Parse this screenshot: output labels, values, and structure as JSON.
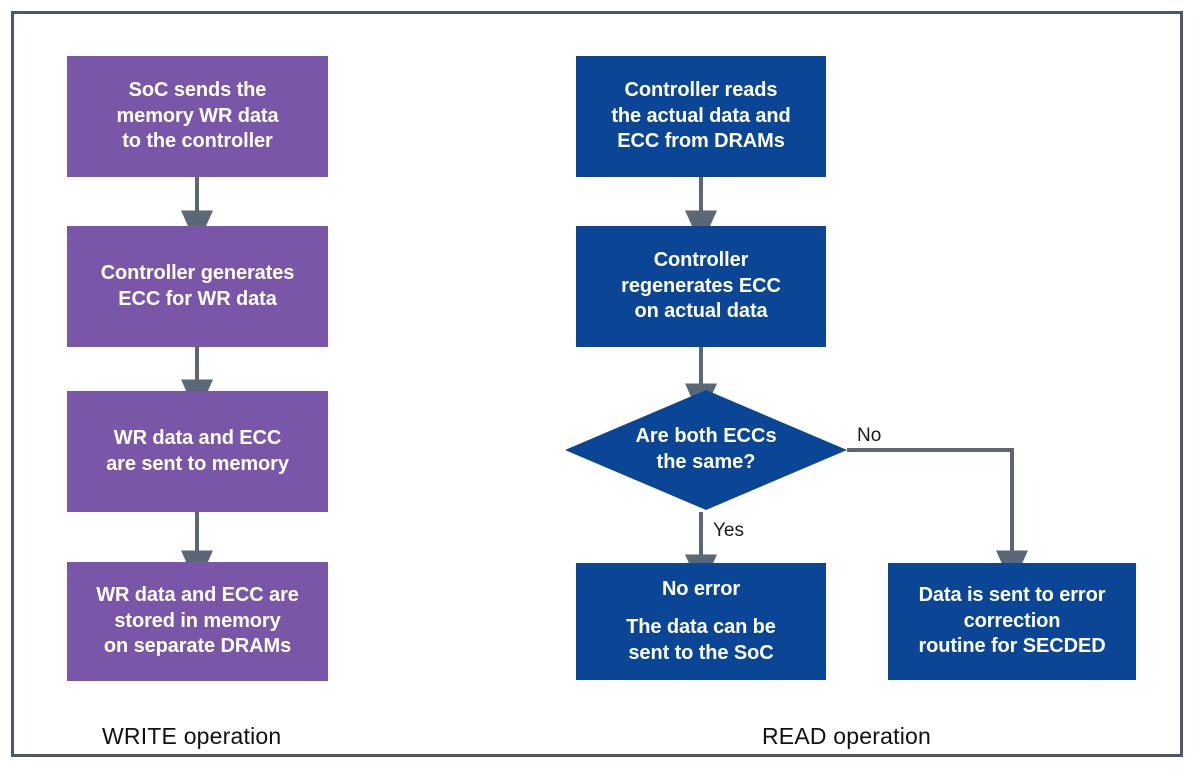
{
  "diagram": {
    "title_write": "WRITE operation",
    "title_read": "READ operation",
    "colors": {
      "write_node": "#7a56a8",
      "read_node": "#0b4596",
      "arrow": "#5a6775",
      "frame": "#4b586b",
      "background": "#ffffff",
      "node_text": "#ffffff",
      "label_text": "#1a1a1a"
    },
    "write_nodes": [
      {
        "id": "w1",
        "text": "SoC sends the\nmemory WR data\nto the controller"
      },
      {
        "id": "w2",
        "text": "Controller generates\nECC for WR data"
      },
      {
        "id": "w3",
        "text": "WR data and ECC\nare sent to memory"
      },
      {
        "id": "w4",
        "text": "WR data and ECC are\nstored in memory\non separate DRAMs"
      }
    ],
    "read_nodes": [
      {
        "id": "r1",
        "text": "Controller reads\nthe actual data and\nECC from DRAMs"
      },
      {
        "id": "r2",
        "text": "Controller\nregenerates ECC\non actual data"
      }
    ],
    "decision": {
      "id": "d1",
      "text": "Are both ECCs\nthe same?"
    },
    "outcome_yes": {
      "id": "r3",
      "line1": "No error",
      "line2": "The data can be\nsent to the SoC"
    },
    "outcome_no": {
      "id": "r4",
      "text": "Data is sent to error\ncorrection\nroutine for SECDED"
    },
    "edge_labels": {
      "yes": "Yes",
      "no": "No"
    }
  }
}
